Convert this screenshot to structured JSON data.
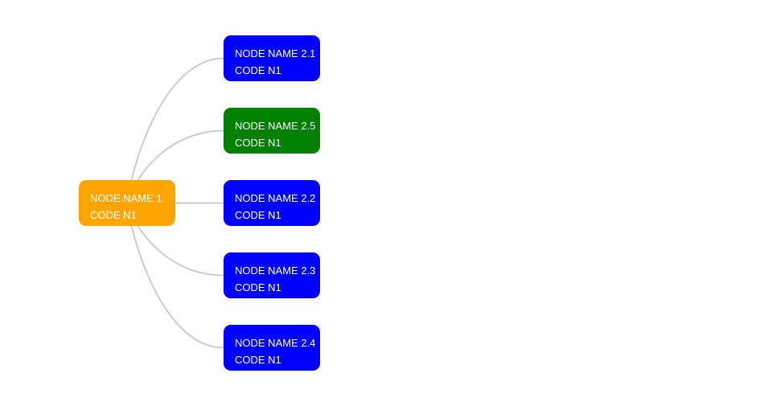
{
  "canvas": {
    "background": "#ffffff"
  },
  "connectors": {
    "color": "#cccccc"
  },
  "root": {
    "title": "NODE NAME 1",
    "code": "CODE N1",
    "color": "#FFA500",
    "text_color": "#ffffff"
  },
  "children": [
    {
      "title": "NODE NAME 2.1",
      "code": "CODE N1",
      "color": "#0000FF",
      "text_color": "#ffffff"
    },
    {
      "title": "NODE NAME 2.5",
      "code": "CODE N1",
      "color": "#008000",
      "text_color": "#ffffff"
    },
    {
      "title": "NODE NAME 2.2",
      "code": "CODE N1",
      "color": "#0000FF",
      "text_color": "#ffffff"
    },
    {
      "title": "NODE NAME 2.3",
      "code": "CODE N1",
      "color": "#0000FF",
      "text_color": "#ffffff"
    },
    {
      "title": "NODE NAME 2.4",
      "code": "CODE N1",
      "color": "#0000FF",
      "text_color": "#ffffff"
    }
  ]
}
